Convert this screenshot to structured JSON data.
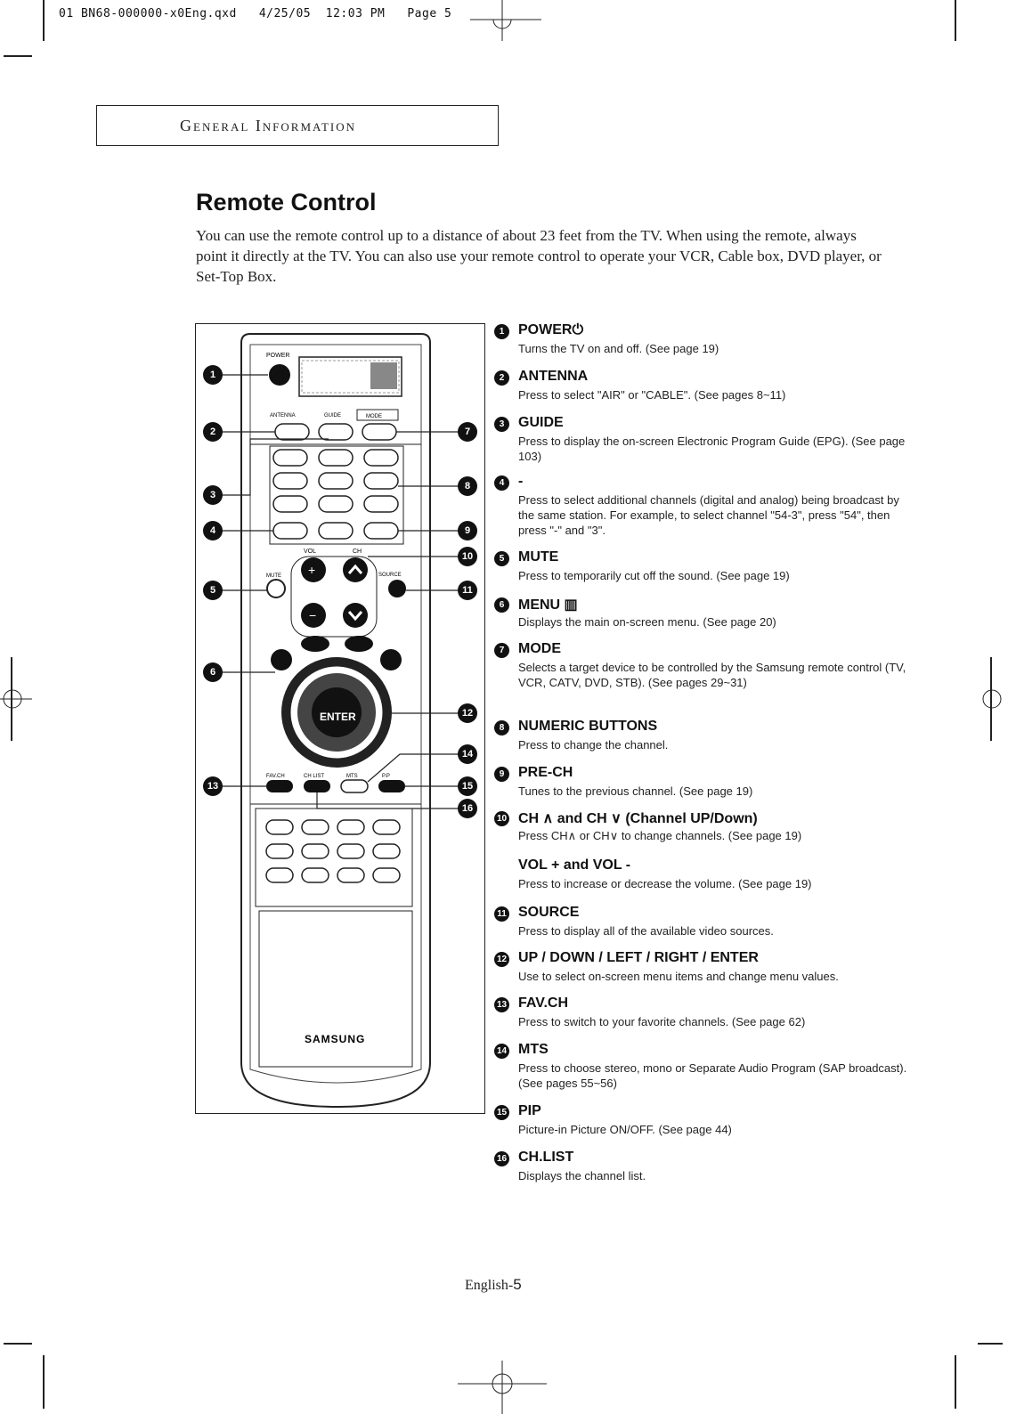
{
  "slug": "01 BN68-000000-x0Eng.qxd   4/25/05  12:03 PM   Page 5",
  "section_title": "General Information",
  "heading": "Remote Control",
  "intro": "You can use the remote control up to a distance of about 23 feet from the TV.  When using the remote, always point it directly at the TV. You can also use your remote control to operate your VCR, Cable box, DVD player, or Set-Top Box.",
  "remote": {
    "brand": "SAMSUNG",
    "labels": {
      "power": "POWER",
      "antenna": "ANTENNA",
      "guide": "GUIDE",
      "mode": "MODE",
      "vol": "VOL",
      "ch": "CH",
      "mute": "MUTE",
      "source": "SOURCE",
      "enter": "ENTER",
      "favch": "FAV.CH",
      "chlist": "CH LIST",
      "mts": "MTS",
      "pip": "P.P"
    }
  },
  "callouts": [
    "1",
    "2",
    "3",
    "4",
    "5",
    "6",
    "7",
    "8",
    "9",
    "10",
    "11",
    "12",
    "13",
    "14",
    "15",
    "16"
  ],
  "items": [
    {
      "num": "1",
      "title": "POWER⏻",
      "desc": "Turns the TV on and off. (See page 19)"
    },
    {
      "num": "2",
      "title": "ANTENNA",
      "desc": "Press to select \"AIR\" or \"CABLE\". (See pages 8~11)"
    },
    {
      "num": "3",
      "title": "GUIDE",
      "desc": "Press to display the on-screen Electronic Program Guide (EPG). (See page 103)"
    },
    {
      "num": "4",
      "title": "-",
      "desc": "Press to select additional channels (digital and analog) being broadcast by the same station. For example, to select channel \"54-3\", press \"54\", then press \"-\" and \"3\"."
    },
    {
      "num": "5",
      "title": "MUTE",
      "desc": "Press to temporarily cut off the sound. (See page 19)"
    },
    {
      "num": "6",
      "title": "MENU ▥",
      "desc": "Displays the main on-screen menu. (See page 20)"
    },
    {
      "num": "7",
      "title": "MODE",
      "desc": "Selects a target device to be controlled by the Samsung remote control (TV, VCR, CATV, DVD, STB). (See pages 29~31)"
    },
    {
      "num": "8",
      "title": "NUMERIC BUTTONS",
      "desc": "Press to change the channel."
    },
    {
      "num": "9",
      "title": "PRE-CH",
      "desc": "Tunes to the previous channel. (See page 19)"
    },
    {
      "num": "10",
      "title": "CH ∧  and CH ∨  (Channel UP/Down)",
      "desc": "Press CH∧ or CH∨ to change channels. (See page 19)"
    },
    {
      "num": "",
      "title": "VOL + and VOL -",
      "desc": "Press to increase or decrease the volume. (See page 19)"
    },
    {
      "num": "11",
      "title": "SOURCE",
      "desc": "Press to display all of the available video sources."
    },
    {
      "num": "12",
      "title": "UP / DOWN / LEFT / RIGHT / ENTER",
      "desc": "Use to select on-screen menu items and change menu values."
    },
    {
      "num": "13",
      "title": "FAV.CH",
      "desc": "Press to switch to your favorite channels. (See page 62)"
    },
    {
      "num": "14",
      "title": "MTS",
      "desc": "Press to choose stereo, mono or Separate Audio Program (SAP broadcast). (See pages 55~56)"
    },
    {
      "num": "15",
      "title": "PIP",
      "desc": "Picture-in Picture ON/OFF. (See page 44)"
    },
    {
      "num": "16",
      "title": "CH.LIST",
      "desc": "Displays the channel list."
    }
  ],
  "footer": {
    "prefix": "English-",
    "page": "5"
  }
}
